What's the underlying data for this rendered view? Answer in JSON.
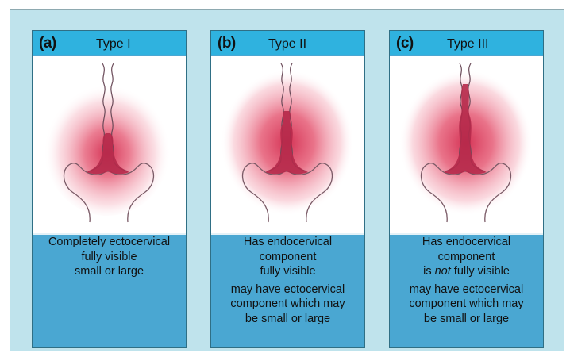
{
  "panels": [
    {
      "letter": "(a)",
      "type": "Type I",
      "description": [
        "Completely ectocervical",
        "fully visible",
        "small or large"
      ]
    },
    {
      "letter": "(b)",
      "type": "Type II",
      "description": [
        "Has endocervical",
        "component",
        "fully visible"
      ],
      "extra": [
        "may have ectocervical",
        "component which may",
        "be small or large"
      ]
    },
    {
      "letter": "(c)",
      "type": "Type III",
      "description": [
        "Has endocervical",
        "component"
      ],
      "emphasis_prefix": "is ",
      "emphasis": "not",
      "emphasis_suffix": " fully visible",
      "extra": [
        "may have ectocervical",
        "component which may",
        "be small or large"
      ]
    }
  ],
  "colors": {
    "background": "#bfe3ec",
    "panel_body": "#4aa7d2",
    "panel_header": "#2fb2df",
    "tissue_glow": "#e23d5a",
    "epithelium": "#b5294a"
  }
}
